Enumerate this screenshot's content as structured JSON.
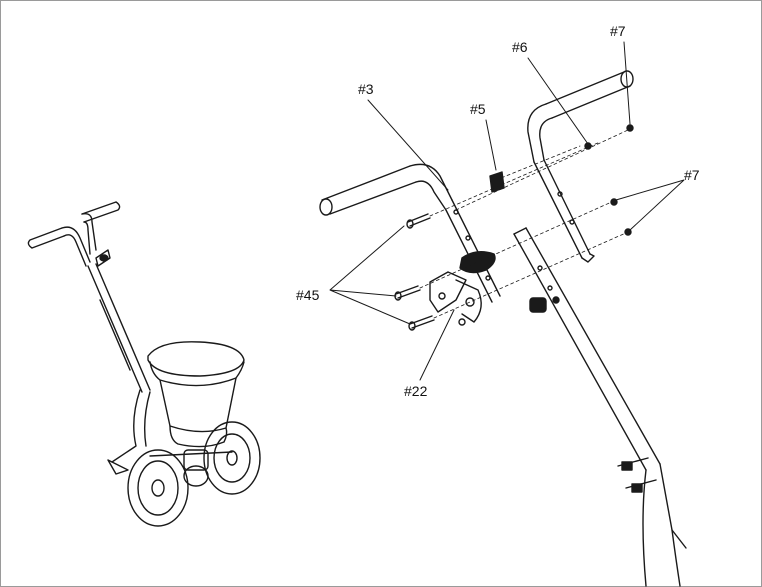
{
  "labels": {
    "part3": "#3",
    "part5": "#5",
    "part6": "#6",
    "part7_top": "#7",
    "part7_right": "#7",
    "part45": "#45",
    "part22": "#22"
  },
  "colors": {
    "line": "#1a1a1a",
    "frame": "#9a9a9a"
  }
}
